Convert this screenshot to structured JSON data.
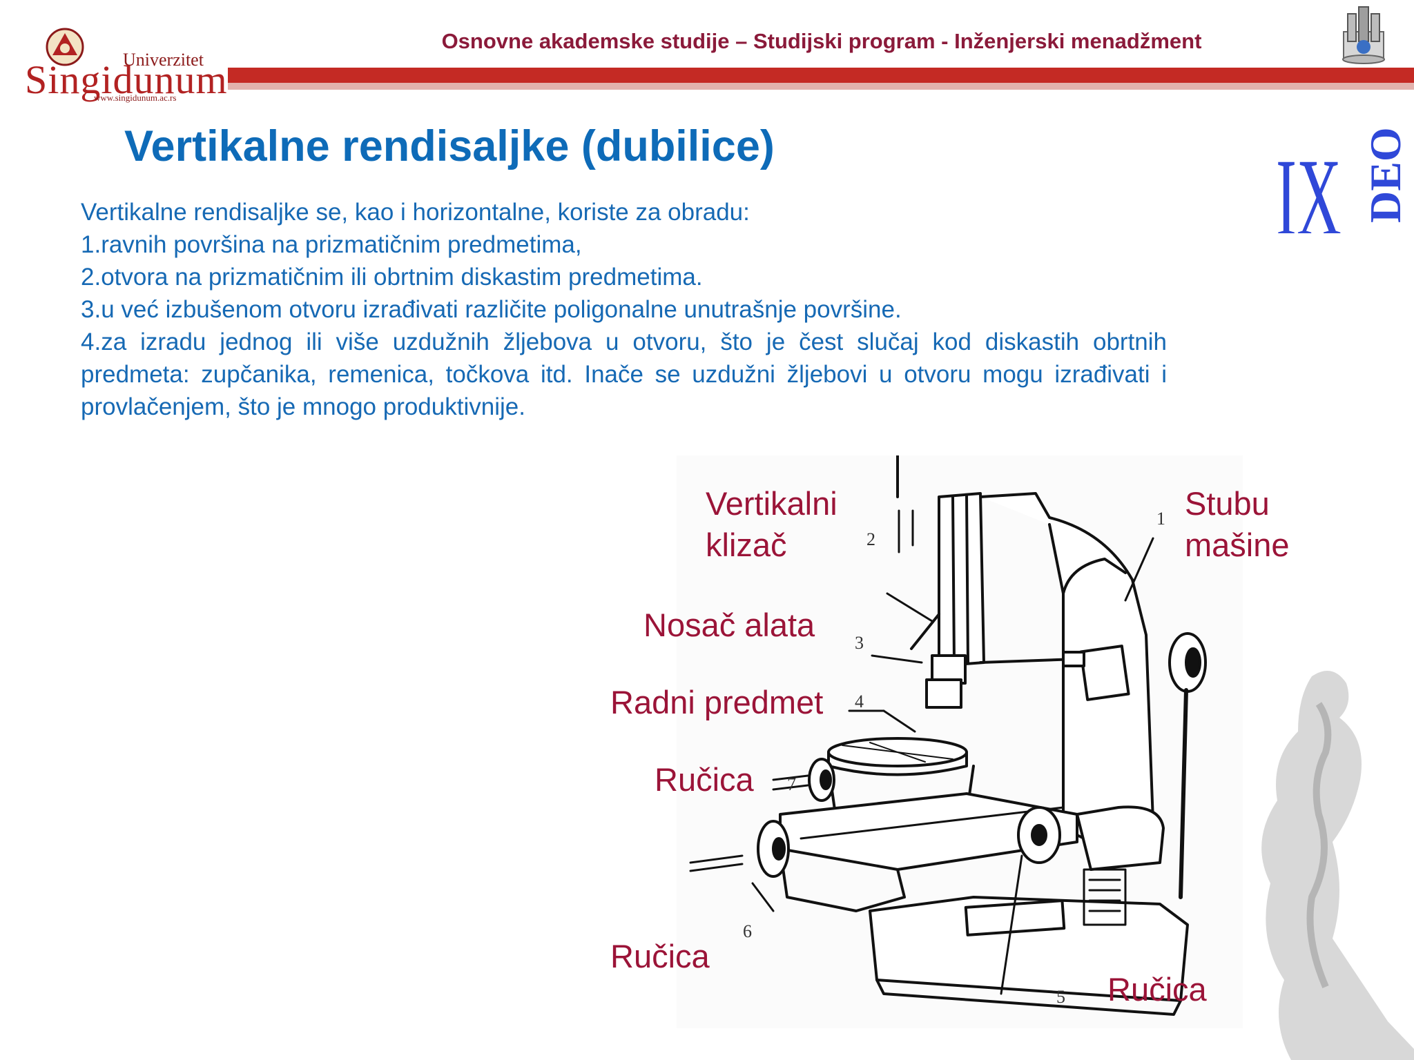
{
  "header": {
    "logo": {
      "univ": "Univerzitet",
      "name": "Singidunum",
      "url": "www.singidunum.ac.rs"
    },
    "program": "Osnovne akademske studije – Studijski program -  Inženjerski menadžment",
    "bar_colors": [
      "#c42a24",
      "#d9a19c"
    ]
  },
  "part_marker": {
    "roman": "IX",
    "word": "DEO",
    "color": "#2f48d8"
  },
  "slide": {
    "title": "Vertikalne rendisaljke (dubilice)",
    "intro": "Vertikalne rendisaljke se, kao i horizontalne, koriste za obradu:",
    "items": [
      "1.ravnih površina na prizmatičnim predmetima,",
      "2.otvora na prizmatičnim ili obrtnim diskastim predmetima.",
      "3.u već izbušenom otvoru izrađivati različite poligonalne unutrašnje površine.",
      "4.za izradu jednog ili više uzdužnih žljebova u otvoru, što je čest slučaj kod diskastih obrtnih predmeta: zupčanika, remenica, točkova itd. Inače se uzdužni žljebovi u otvoru mogu izrađivati i provlačenjem, što je mnogo produktivnije."
    ]
  },
  "figure": {
    "labels": {
      "vertical_slide_1": "Vertikalni",
      "vertical_slide_2": "klizač",
      "column_1": "Stubu",
      "column_2": "mašine",
      "tool_holder": "Nosač alata",
      "workpiece": "Radni predmet",
      "handle_7": "Ručica",
      "handle_6": "Ručica",
      "handle_5": "Ručica"
    },
    "numbers": [
      "1",
      "2",
      "3",
      "4",
      "5",
      "6",
      "7"
    ]
  }
}
